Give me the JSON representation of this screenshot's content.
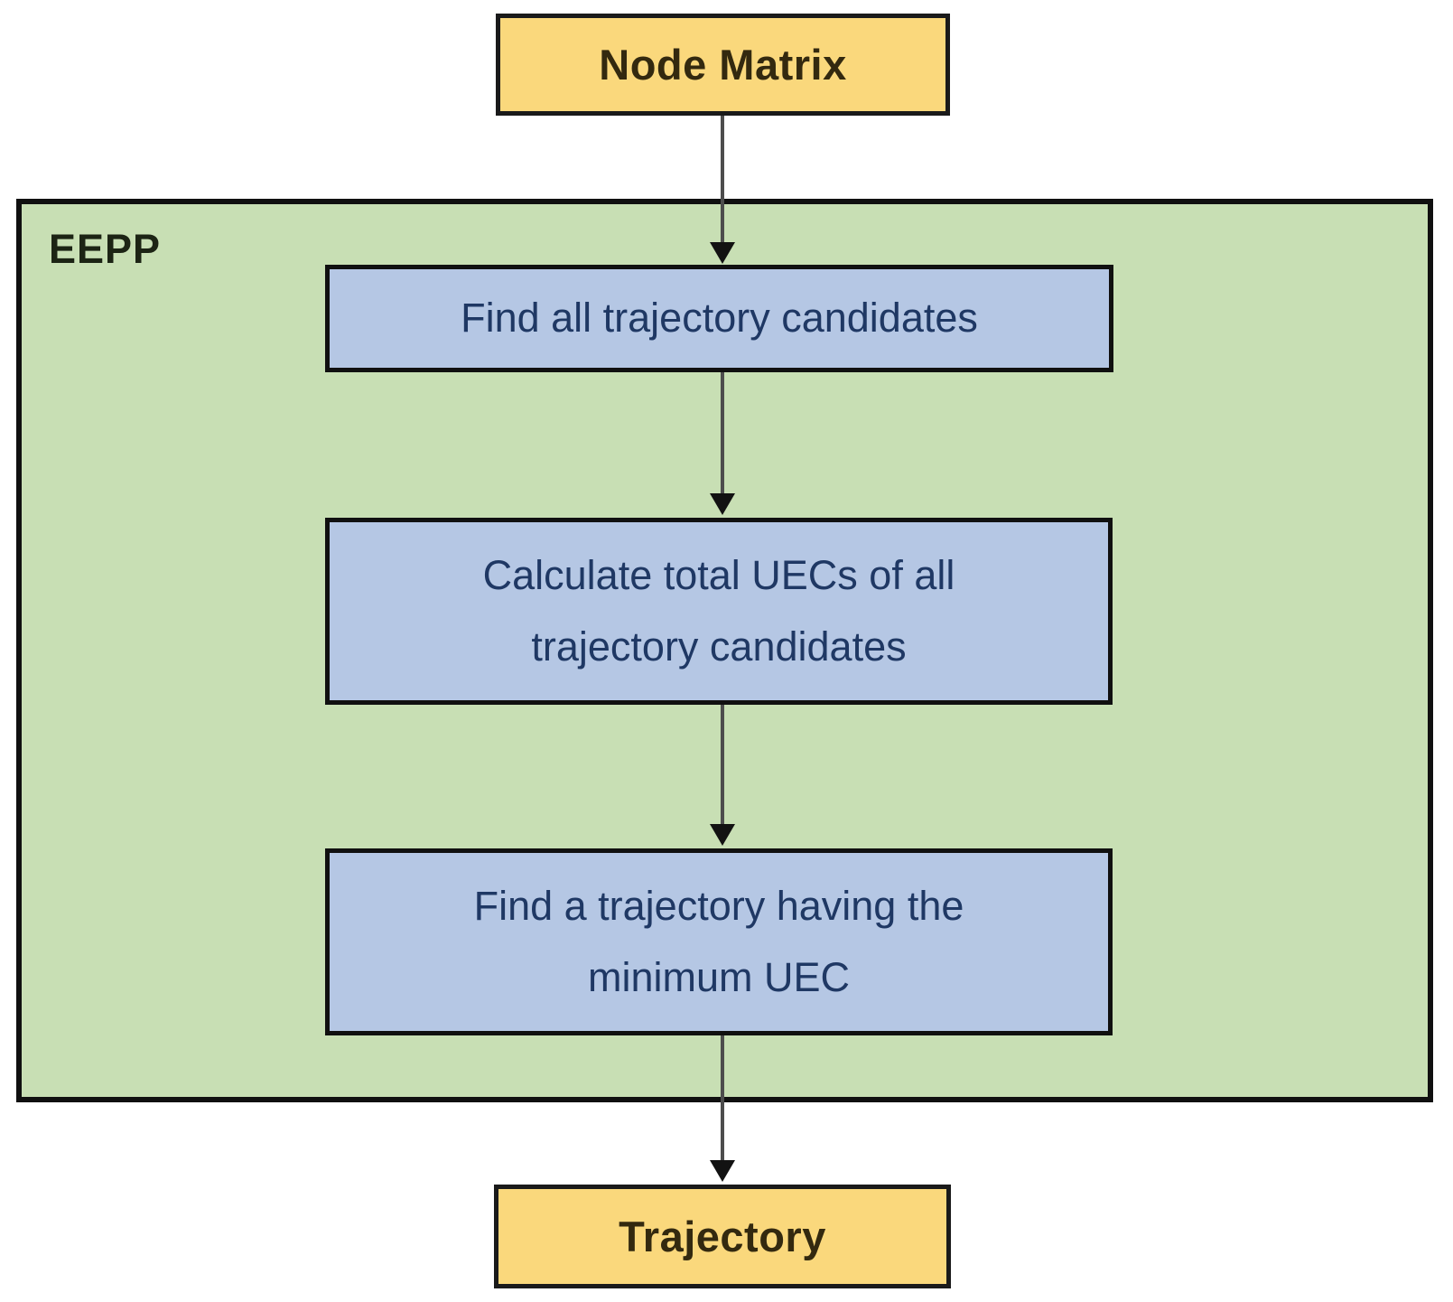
{
  "diagram": {
    "input_node": {
      "label": "Node Matrix"
    },
    "container": {
      "label": "EEPP"
    },
    "steps": [
      {
        "label": "Find all trajectory candidates"
      },
      {
        "label": "Calculate total UECs of all\ntrajectory candidates"
      },
      {
        "label": "Find a trajectory having the\nminimum UEC"
      }
    ],
    "output_node": {
      "label": "Trajectory"
    },
    "colors": {
      "terminal_fill": "#fad87c",
      "container_fill": "#c8dfb4",
      "step_fill": "#b5c7e4",
      "step_text": "#1f3864",
      "border": "#101010",
      "arrow_stem": "#4d4d4d",
      "arrow_head": "#121212"
    }
  }
}
